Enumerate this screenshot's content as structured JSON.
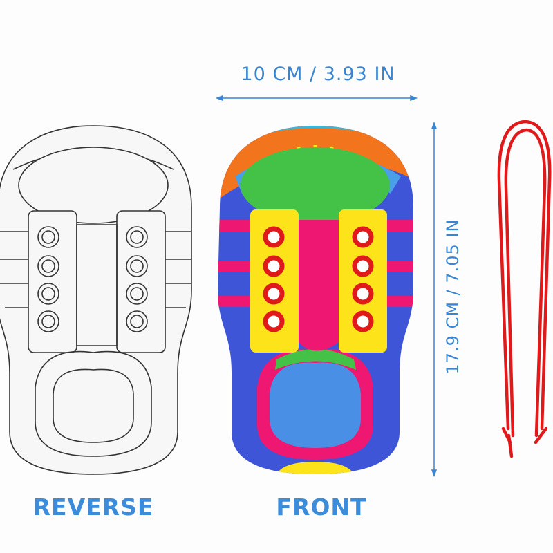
{
  "dimensions": {
    "width": "10 CM / 3.93 IN",
    "height": "17.9 CM / 7.05 IN"
  },
  "labels": {
    "reverse": "REVERSE",
    "front": "FRONT"
  },
  "colors": {
    "label_blue": "#3b8ddc",
    "lace_red": "#e0191b",
    "front_blue": "#3d55d6",
    "pink": "#ee1873",
    "yellow": "#fde31a",
    "green": "#44c247",
    "orange": "#f2741c"
  }
}
